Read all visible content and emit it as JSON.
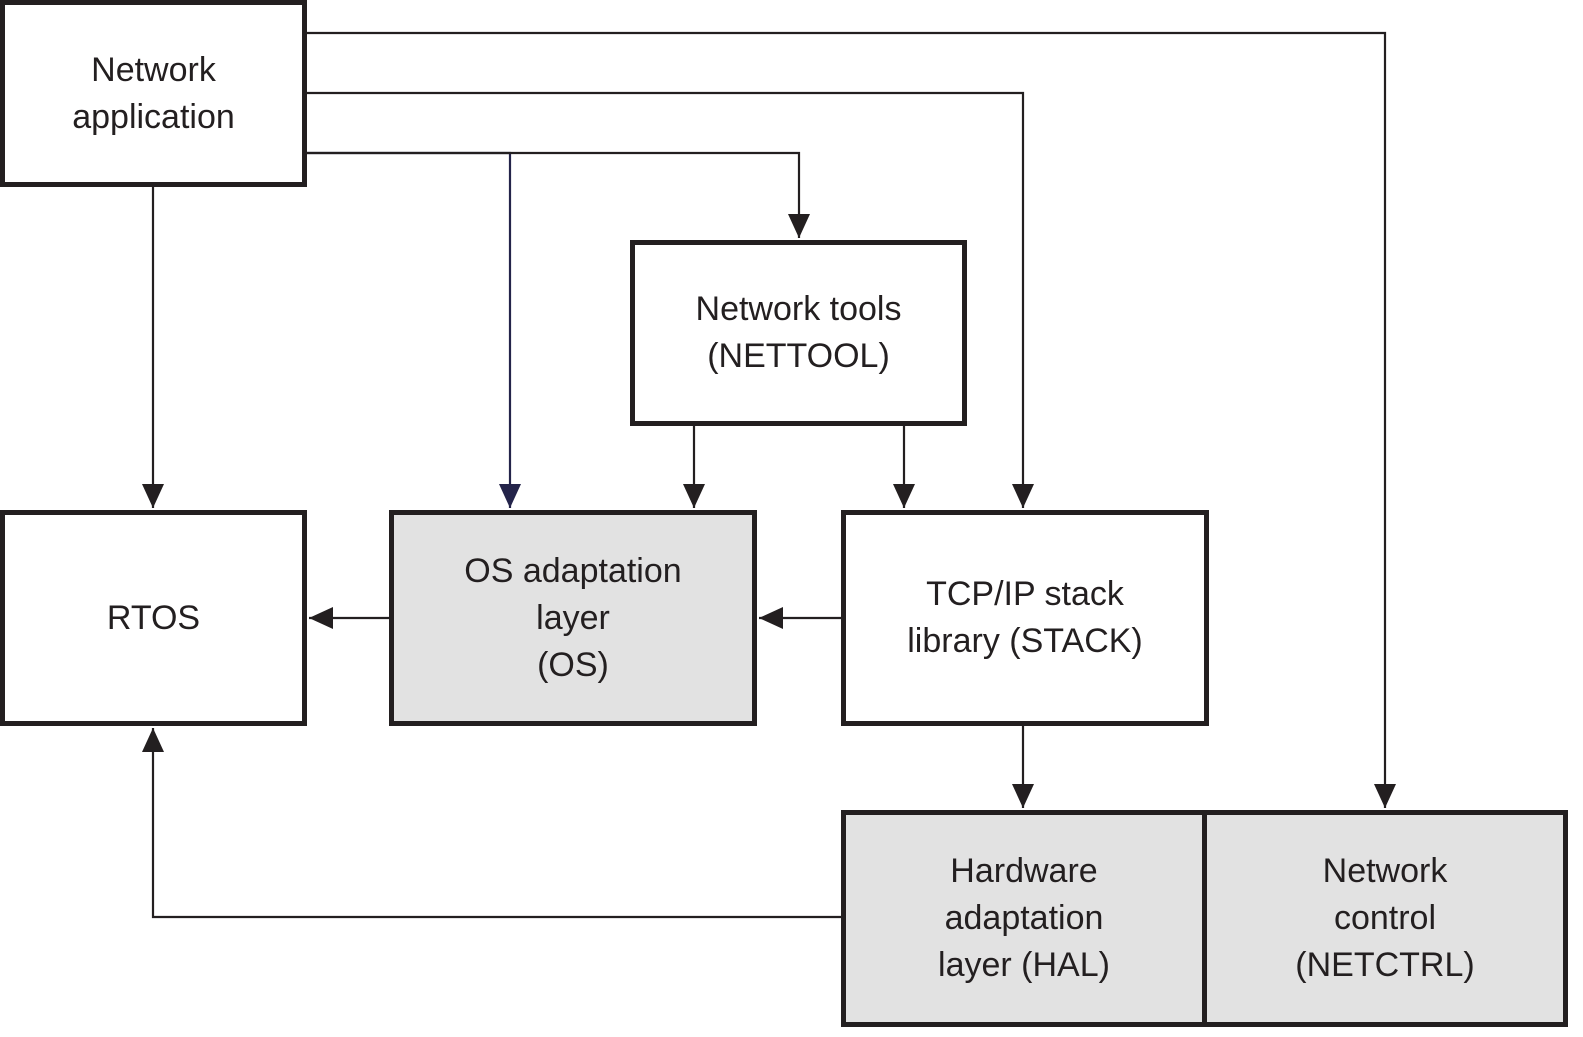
{
  "colors": {
    "stroke": "#231f20",
    "box_fill": "#ffffff",
    "shaded_fill": "#e2e2e2"
  },
  "nodes": {
    "app": {
      "lines": [
        "Network",
        "application"
      ],
      "shaded": false
    },
    "nettool": {
      "lines": [
        "Network tools",
        "(NETTOOL)"
      ],
      "shaded": false
    },
    "rtos": {
      "lines": [
        "RTOS"
      ],
      "shaded": false
    },
    "os": {
      "lines": [
        "OS adaptation",
        "layer",
        "(OS)"
      ],
      "shaded": true
    },
    "stack": {
      "lines": [
        "TCP/IP stack",
        "library (STACK)"
      ],
      "shaded": false
    },
    "hal": {
      "lines": [
        "Hardware",
        "adaptation",
        "layer (HAL)"
      ],
      "shaded": true
    },
    "netctrl": {
      "lines": [
        "Network",
        "control",
        "(NETCTRL)"
      ],
      "shaded": true
    }
  },
  "edges": [
    {
      "from": "app",
      "to": "rtos"
    },
    {
      "from": "app",
      "to": "os"
    },
    {
      "from": "app",
      "to": "nettool"
    },
    {
      "from": "app",
      "to": "stack"
    },
    {
      "from": "app",
      "to": "netctrl"
    },
    {
      "from": "nettool",
      "to": "os"
    },
    {
      "from": "nettool",
      "to": "stack"
    },
    {
      "from": "stack",
      "to": "os"
    },
    {
      "from": "os",
      "to": "rtos"
    },
    {
      "from": "stack",
      "to": "hal"
    },
    {
      "from": "hal",
      "to": "rtos"
    }
  ]
}
